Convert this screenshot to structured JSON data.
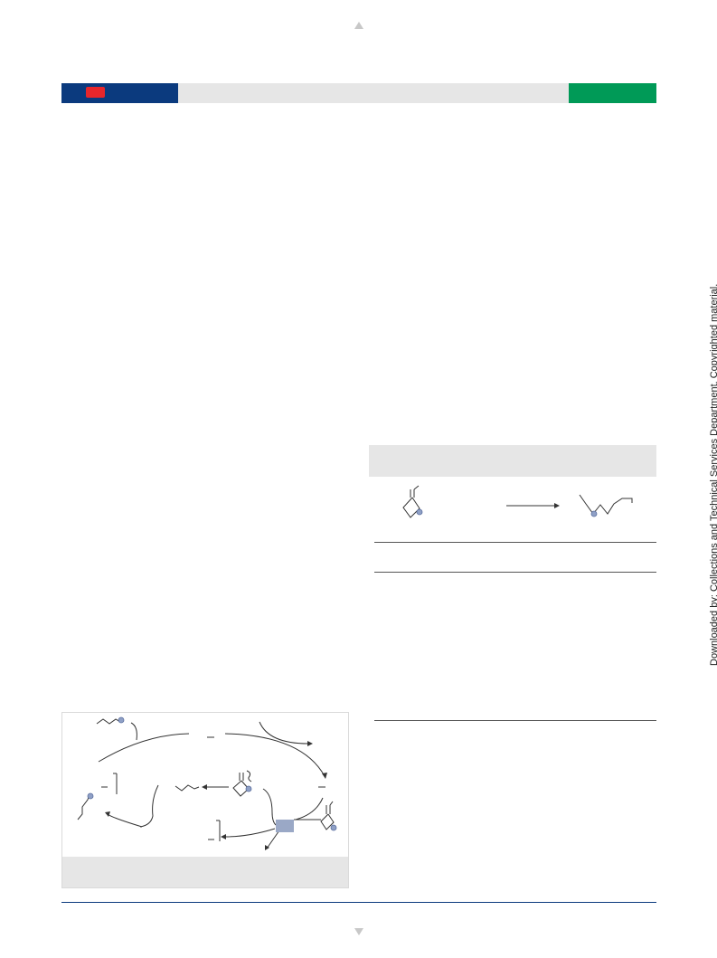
{
  "side_note": {
    "text": "Downloaded by: Collections and Technical Services Department. Copyrighted material."
  },
  "colors": {
    "header_blue": "#0b3a7e",
    "badge_red": "#e8262b",
    "header_green": "#009a57",
    "panel_grey": "#e6e6e6",
    "atom_highlight": "#8fa0c6",
    "box_highlight": "#9aa8c6"
  },
  "icons": {
    "page_up": "triangle-up",
    "page_down": "triangle-down"
  }
}
